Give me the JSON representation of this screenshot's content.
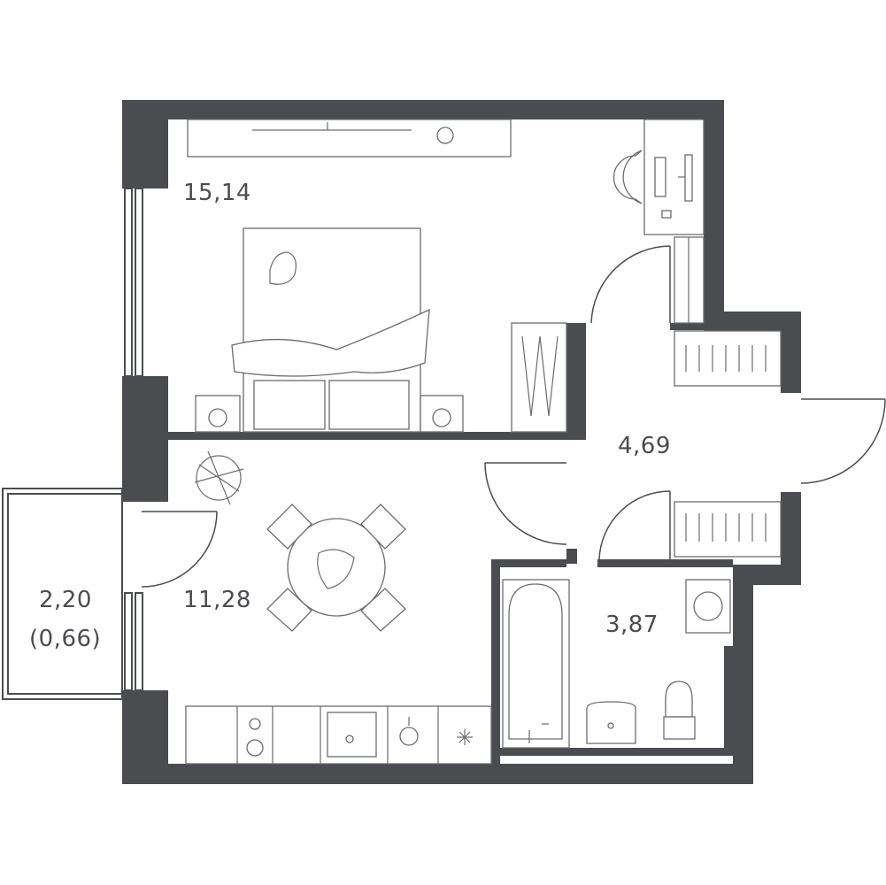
{
  "rooms": {
    "bedroom": {
      "area": "15,14"
    },
    "hall": {
      "area": "4,69"
    },
    "bathroom": {
      "area": "3,87"
    },
    "kitchen_living": {
      "area": "11,28"
    },
    "balcony": {
      "area": "2,20",
      "area_reduced": "(0,66)"
    }
  },
  "colors": {
    "wall": "#4a4c50",
    "furniture": "#6a6c70",
    "background": "#ffffff"
  },
  "icons": [
    "bed",
    "cat",
    "tv-stand",
    "desk",
    "chair",
    "wardrobe",
    "plant",
    "dining-table",
    "chair",
    "bathtub",
    "sink",
    "toilet",
    "washing-machine",
    "kitchen-stove",
    "kitchen-sink",
    "range-hood",
    "fridge"
  ]
}
